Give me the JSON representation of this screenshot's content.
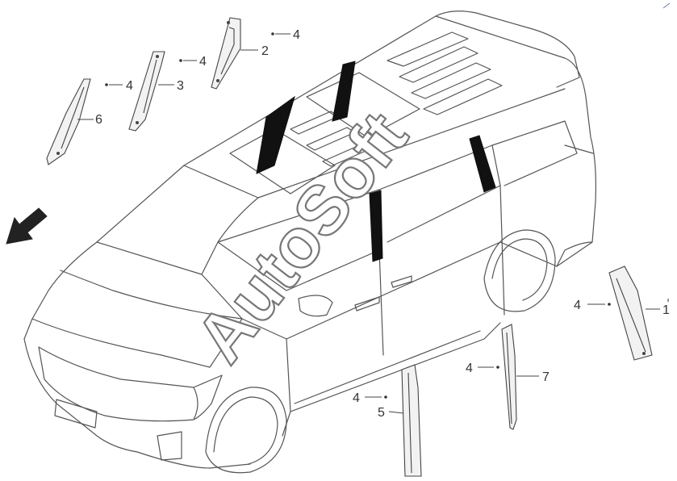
{
  "callouts": {
    "p1": "1",
    "p2": "2",
    "p3": "3",
    "p4a": "4",
    "p4b": "4",
    "p4c": "4",
    "p4d": "4",
    "p4e": "4",
    "p4f": "4",
    "p5": "5",
    "p6": "6",
    "p7": "7"
  },
  "watermark": "AutoSoft",
  "icons": {
    "front_arrow": "direction-arrow-icon"
  },
  "colors": {
    "line": "#444444",
    "fill_black": "#111111",
    "watermark_stroke": "#777777"
  }
}
